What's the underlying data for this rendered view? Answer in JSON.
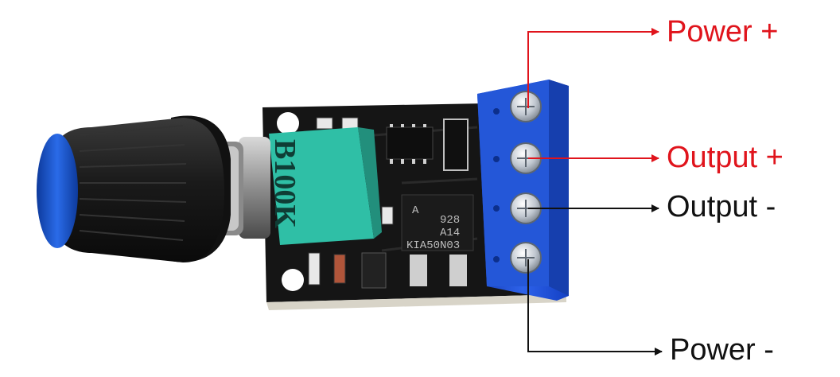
{
  "labels": {
    "power_plus": "Power +",
    "output_plus": "Output +",
    "output_minus": "Output -",
    "power_minus": "Power -"
  },
  "component_text": {
    "potentiometer": "B100K",
    "mosfet_line1": "928",
    "mosfet_line2": "A14",
    "mosfet_line3": "KIA50N03",
    "mosfet_mark": "A"
  },
  "colors": {
    "positive": "#e0141c",
    "negative": "#111111",
    "terminal_block": "#1e4fd8",
    "pcb": "#151515",
    "potentiometer": "#2fbfa6",
    "knob": "#1b1b1b",
    "knob_cap": "#1c5fd6"
  },
  "icons": {
    "terminal_screw": "screw-icon",
    "arrow": "arrow-right-icon"
  }
}
